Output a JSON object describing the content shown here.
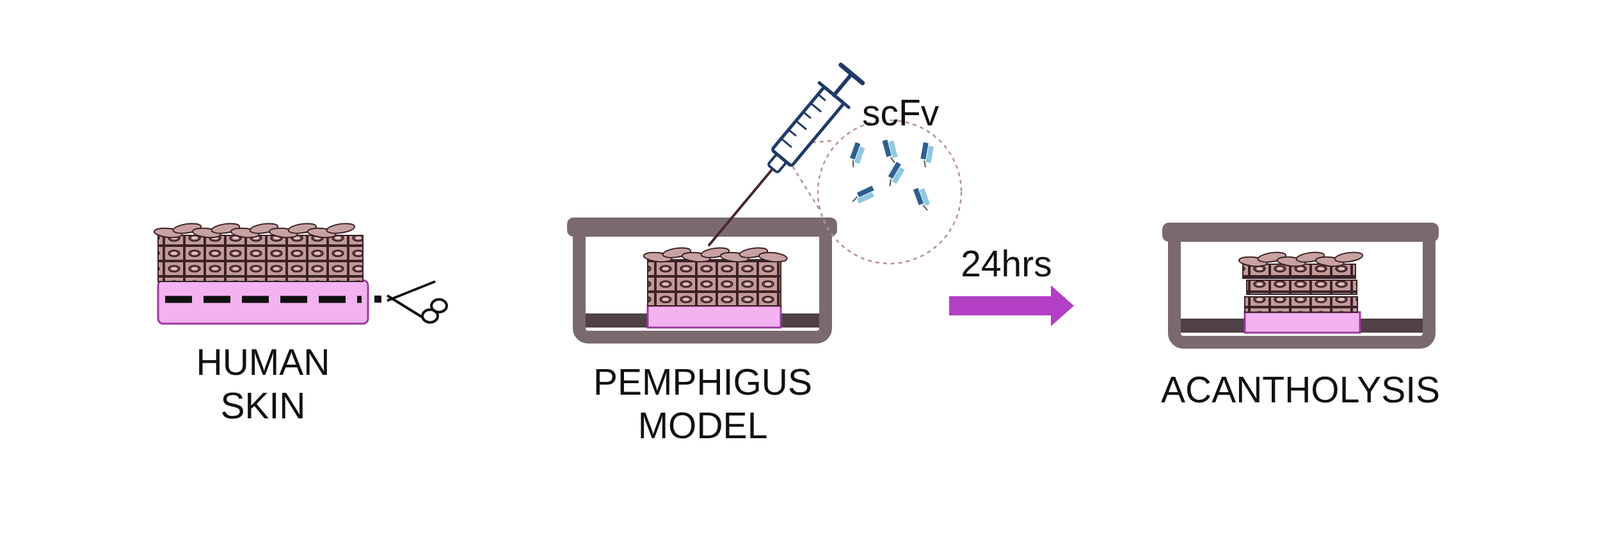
{
  "diagram": {
    "nodes": [
      {
        "text": [
          "HUMAN SKIN"
        ]
      },
      {
        "text": [
          "PEMPHIGUS MODEL"
        ]
      },
      {
        "text": [
          "ACANTHOLYSIS"
        ]
      }
    ],
    "edges": [
      {
        "from": 1,
        "to": 2,
        "arrow": "to",
        "label": "24hrs"
      }
    ],
    "labels": [
      "scFv"
    ]
  }
}
